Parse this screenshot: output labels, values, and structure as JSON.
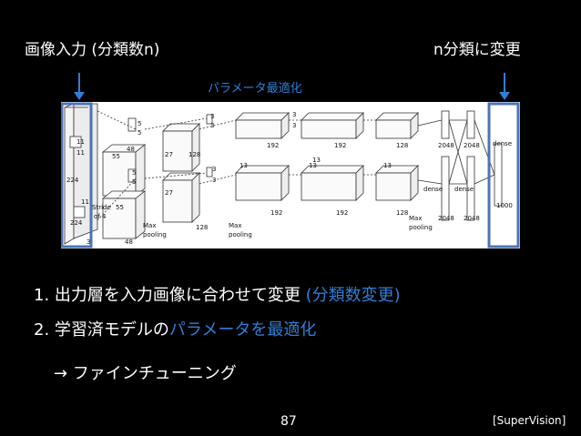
{
  "header": {
    "left_label": "画像入力 (分類数n)",
    "right_label": "n分類に変更",
    "param_label": "パラメータ最適化"
  },
  "diagram": {
    "numbers": {
      "in224a": "224",
      "in224b": "224",
      "in11a": "11",
      "in11b": "11",
      "in11c": "11",
      "in3": "3",
      "in55a": "55",
      "in55b": "55",
      "stride": "Stride",
      "of4": "of 4",
      "c5a": "5",
      "c5b": "5",
      "c5c": "5",
      "c5d": "5",
      "c48a": "48",
      "c48b": "48",
      "c27a": "27",
      "c27b": "27",
      "c128a": "128",
      "c128b": "128",
      "c3a": "3",
      "c3b": "3",
      "c3c": "3",
      "c3d": "3",
      "c3e": "3",
      "c3f": "3",
      "c13a": "13",
      "c13b": "13",
      "c13c": "13",
      "c13d": "13",
      "c192a": "192",
      "c192b": "192",
      "c192c": "192",
      "c192d": "192",
      "c128c": "128",
      "c128d": "128",
      "c2048a": "2048",
      "c2048b": "2048",
      "c2048c": "2048",
      "c2048d": "2048",
      "max1": "Max",
      "pool1": "pooling",
      "max2": "Max",
      "pool2": "pooling",
      "max3": "Max",
      "pool3": "pooling",
      "dense1": "dense",
      "dense2": "dense",
      "dense3": "dense",
      "c1000": "1000"
    }
  },
  "bullets": {
    "b1_main": "1. 出力層を入力画像に合わせて変更 ",
    "b1_hl": "(分類数変更)",
    "b2_main": "2. 学習済モデルの",
    "b2_hl": "パラメータを最適化",
    "b3": "→ ファインチューニング"
  },
  "footer": {
    "page": "87",
    "credit": "[SuperVision]"
  },
  "colors": {
    "accent": "#2f7fd6",
    "box_border": "#4a74b8"
  }
}
